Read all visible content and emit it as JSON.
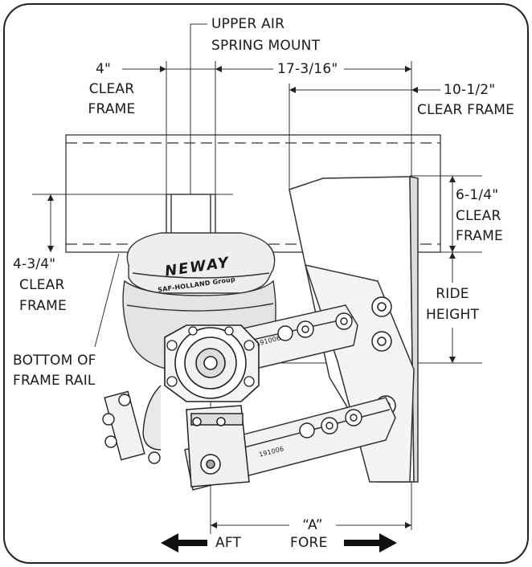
{
  "labels": {
    "upper_mount_1": "UPPER AIR",
    "upper_mount_2": "SPRING MOUNT",
    "dim_4": "4\"",
    "clear_1": "CLEAR",
    "frame_1": "FRAME",
    "dim_17": "17-3/16\"",
    "dim_10": "10-1/2\"",
    "clear_frame_10": "CLEAR FRAME",
    "dim_6": "6-1/4\"",
    "clear_6": "CLEAR",
    "frame_6": "FRAME",
    "dim_434": "4-3/4\"",
    "clear_434": "CLEAR",
    "frame_434": "FRAME",
    "ride_1": "RIDE",
    "ride_2": "HEIGHT",
    "bottom_1": "BOTTOM OF",
    "bottom_2": "FRAME RAIL",
    "dim_a": "“A”",
    "aft": "AFT",
    "fore": "FORE"
  },
  "brand": {
    "logo": "NEWAY",
    "sub": "SAF-HOLLAND Group",
    "part_upper": "191006",
    "part_lower": "191006"
  }
}
